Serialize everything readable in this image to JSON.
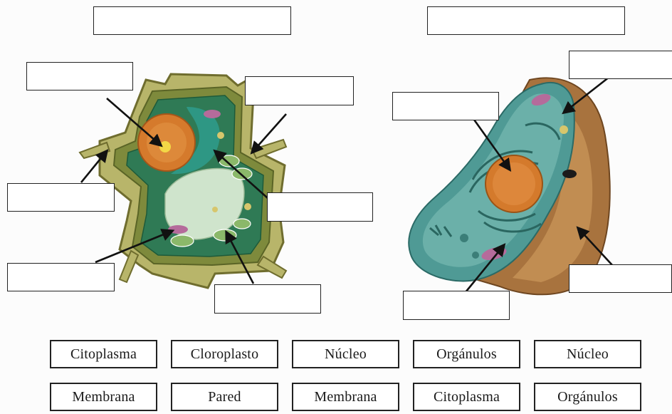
{
  "word_bank": {
    "row1": [
      "Citoplasma",
      "Cloroplasto",
      "Núcleo",
      "Orgánulos",
      "Núcleo"
    ],
    "row2": [
      "Membrana",
      "Pared",
      "Membrana",
      "Citoplasma",
      "Orgánulos"
    ]
  }
}
